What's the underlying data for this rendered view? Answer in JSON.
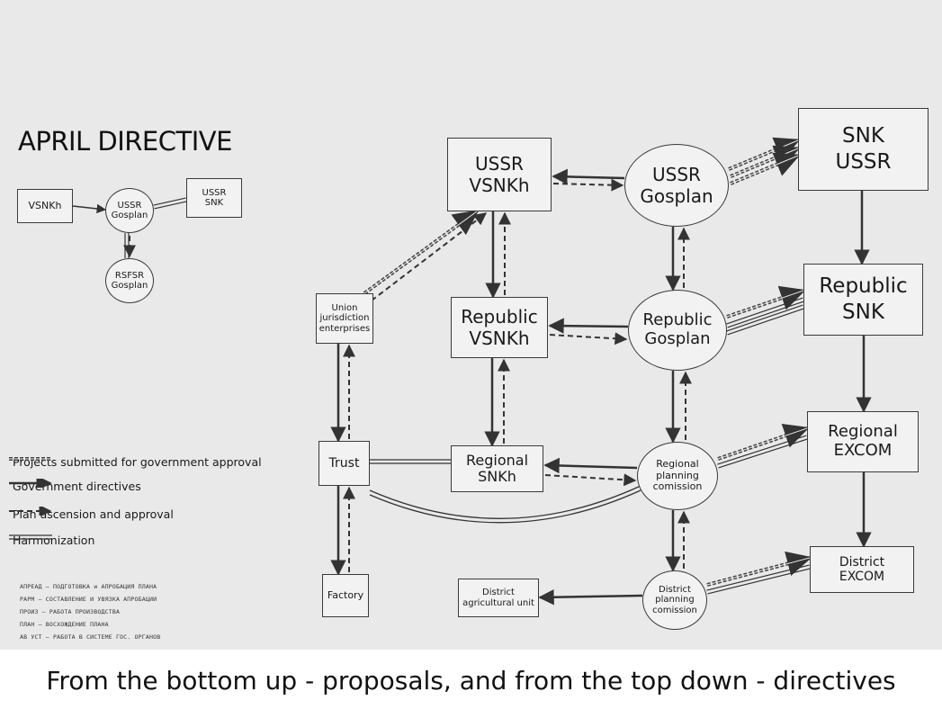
{
  "title": "APRIL DIRECTIVE",
  "caption": "From the bottom up - proposals, and from the top down - directives",
  "small_chart": {
    "vsnkh": "VSNKh",
    "ussr_gosplan": [
      "USSR",
      "Gosplan"
    ],
    "ussr_snk": [
      "USSR",
      "SNK"
    ],
    "rsfsr_gosplan": [
      "RSFSR",
      "Gosplan"
    ]
  },
  "nodes": {
    "ussr_vsnkh": [
      "USSR",
      "VSNKh"
    ],
    "ussr_gosplan": [
      "USSR",
      "Gosplan"
    ],
    "snk_ussr": [
      "SNK",
      "USSR"
    ],
    "union_enterprises": [
      "Union",
      "jurisdiction",
      "enterprises"
    ],
    "republic_vsnkh": [
      "Republic",
      "VSNKh"
    ],
    "republic_gosplan": [
      "Republic",
      "Gosplan"
    ],
    "republic_snk": [
      "Republic",
      "SNK"
    ],
    "trust": "Trust",
    "regional_snkh": [
      "Regional",
      "SNKh"
    ],
    "regional_planning": [
      "Regional",
      "planning",
      "comission"
    ],
    "regional_excom": [
      "Regional",
      "EXCOM"
    ],
    "factory": "Factory",
    "district_agri": [
      "District",
      "agricultural unit"
    ],
    "district_planning": [
      "District",
      "planning",
      "comission"
    ],
    "district_excom": [
      "District",
      "EXCOM"
    ]
  },
  "legend": [
    {
      "style": "projects",
      "label": "Projects submitted for government approval"
    },
    {
      "style": "directives",
      "label": "Government directives"
    },
    {
      "style": "plan",
      "label": "Plan ascension and approval"
    },
    {
      "style": "harmonization",
      "label": "Harmonization"
    }
  ],
  "abbreviations": [
    "АПРЕАД — ПОДГОТОВКА и АПРОБАЦИЯ ПЛАНА",
    "РАРМ — СОСТАВЛЕНИЕ И УВЯЗКА АПРОБАЦИИ",
    "ПРОИЗ — РАБОТА ПРОИЗВОДСТВА",
    "ПЛАН — ВОСХОЖДЕНИЕ ПЛАНА",
    "АВ УСТ — РАБОТА В СИСТЕМЕ ГОС. ОРГАНОВ"
  ],
  "colors": {
    "ink": "#333333",
    "paper": "#e9e9e9",
    "box": "#f2f2f2"
  }
}
